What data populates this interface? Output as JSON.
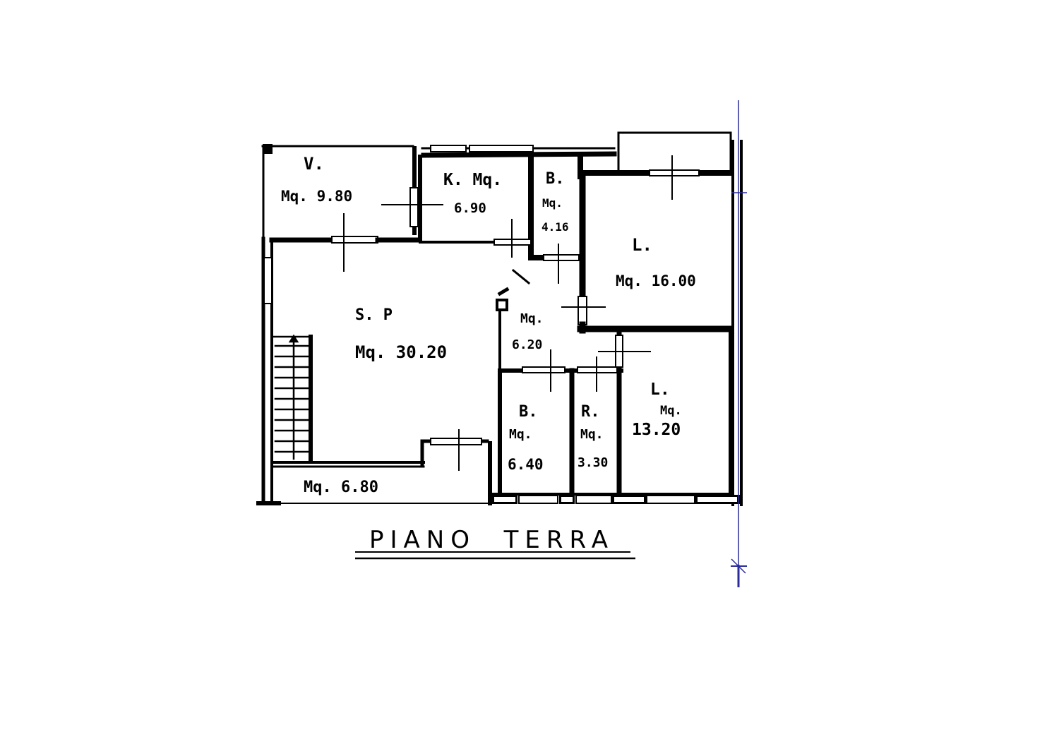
{
  "drawing": {
    "title": "PIANO  TERRA",
    "rooms": [
      {
        "id": "veranda",
        "code": "V.",
        "area_label": "Mq. 9.80"
      },
      {
        "id": "kitchen",
        "code": "K. Mq.",
        "area_label": "6.90"
      },
      {
        "id": "bath-top",
        "code": "B.",
        "area_prefix": "Mq.",
        "area_value": "4.16"
      },
      {
        "id": "bedroom-top",
        "code": "L.",
        "area_label": "Mq. 16.00"
      },
      {
        "id": "living",
        "code": "S. P",
        "area_label": "Mq. 30.20"
      },
      {
        "id": "hall",
        "area_prefix": "Mq.",
        "area_value": "6.20"
      },
      {
        "id": "bath-bottom",
        "code": "B.",
        "area_prefix": "Mq.",
        "area_value": "6.40"
      },
      {
        "id": "storage",
        "code": "R.",
        "area_prefix": "Mq.",
        "area_value": "3.30"
      },
      {
        "id": "bedroom-bottom",
        "code": "L.",
        "area_prefix": "Mq.",
        "area_value": "13.20"
      },
      {
        "id": "porch",
        "area_label": "Mq. 6.80"
      }
    ],
    "colors": {
      "walls": "#000000",
      "background": "#ffffff",
      "section_line": "#2b2b9a"
    }
  }
}
